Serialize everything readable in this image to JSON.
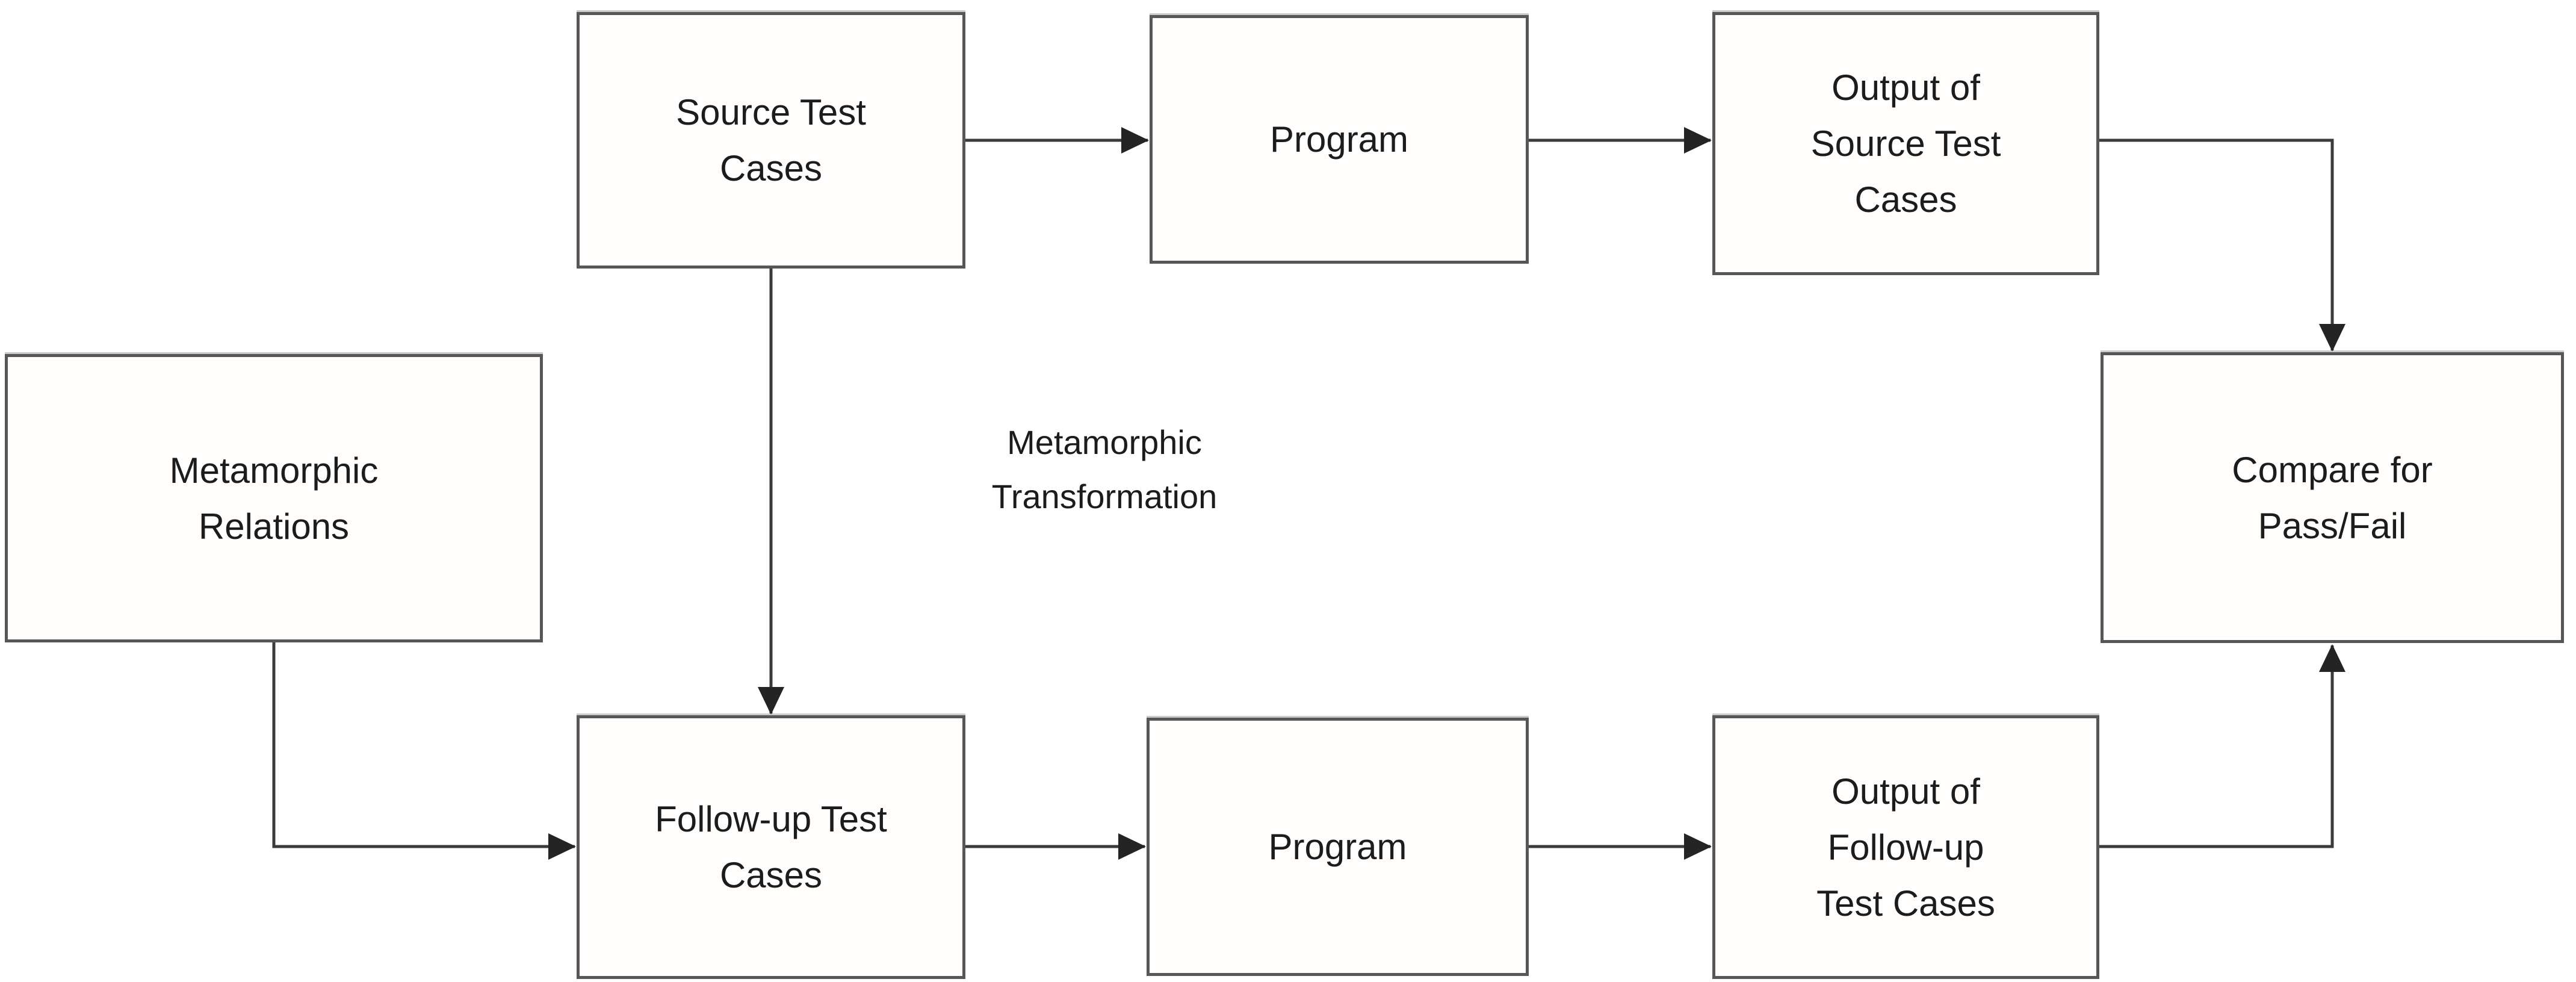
{
  "diagram": {
    "nodes": {
      "metamorphic_relations": {
        "label": "Metamorphic\nRelations"
      },
      "source_test_cases": {
        "label": "Source Test\nCases"
      },
      "program_top": {
        "label": "Program"
      },
      "output_source": {
        "label": "Output of\nSource Test\nCases"
      },
      "compare": {
        "label": "Compare for\nPass/Fail"
      },
      "follow_up": {
        "label": "Follow-up Test\nCases"
      },
      "program_bottom": {
        "label": "Program"
      },
      "output_follow_up": {
        "label": "Output of\nFollow-up\nTest Cases"
      }
    },
    "edge_labels": {
      "metamorphic_transformation": "Metamorphic\nTransformation"
    },
    "colors": {
      "box_border": "#575757",
      "line": "#3b3b3b",
      "arrowhead": "#242424",
      "text": "#1c1c1c",
      "background": "#ffffff"
    }
  }
}
